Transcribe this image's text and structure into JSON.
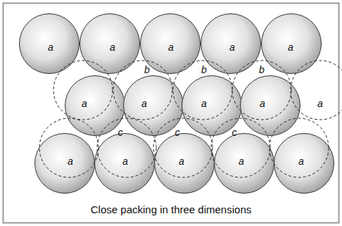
{
  "diagram": {
    "caption": "Close packing in three dimensions",
    "labels": [
      "a",
      "a",
      "a",
      "a",
      "a",
      "b",
      "b",
      "b",
      "a",
      "a",
      "a",
      "a",
      "a",
      "c",
      "c",
      "c",
      "a",
      "a",
      "a",
      "a",
      "a"
    ]
  }
}
